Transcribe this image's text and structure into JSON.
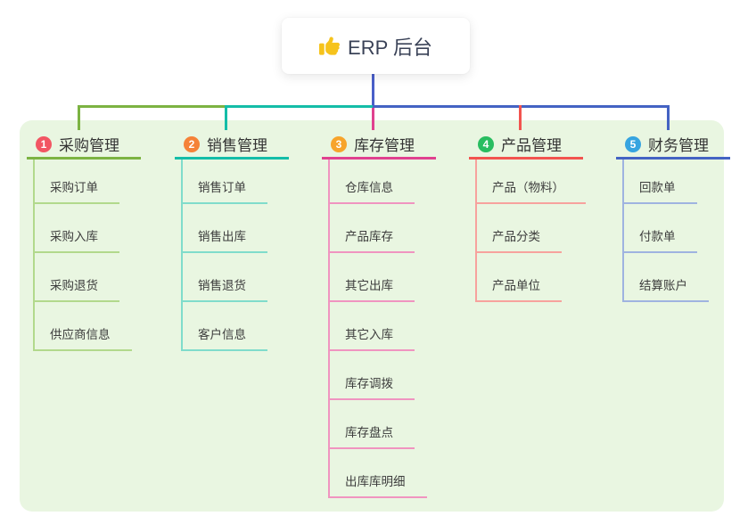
{
  "root": {
    "label": "ERP 后台",
    "icon": "thumbs-up-icon"
  },
  "branches": [
    {
      "num": "1",
      "label": "采购管理",
      "colors": {
        "badge": "#f25663",
        "main": "#7cb342",
        "light": "#b2d98c"
      },
      "children": [
        "采购订单",
        "采购入库",
        "采购退货",
        "供应商信息"
      ]
    },
    {
      "num": "2",
      "label": "销售管理",
      "colors": {
        "badge": "#f58238",
        "main": "#14bda8",
        "light": "#80dccb"
      },
      "children": [
        "销售订单",
        "销售出库",
        "销售退货",
        "客户信息"
      ]
    },
    {
      "num": "3",
      "label": "库存管理",
      "colors": {
        "badge": "#f7a42b",
        "main": "#e0418f",
        "light": "#f094c0"
      },
      "children": [
        "仓库信息",
        "产品库存",
        "其它出库",
        "其它入库",
        "库存调拨",
        "库存盘点",
        "出库库明细"
      ]
    },
    {
      "num": "4",
      "label": "产品管理",
      "colors": {
        "badge": "#29bd60",
        "main": "#f2544f",
        "light": "#f7a29d"
      },
      "children": [
        "产品（物料）",
        "产品分类",
        "产品单位"
      ]
    },
    {
      "num": "5",
      "label": "财务管理",
      "colors": {
        "badge": "#36a4e0",
        "main": "#4463c3",
        "light": "#9fb3e0"
      },
      "children": [
        "回款单",
        "付款单",
        "结算账户"
      ]
    }
  ],
  "canvas": {
    "background": "#ffffff",
    "panel_color": "#e9f6e1",
    "root_connector_color": "#4a5fc9"
  }
}
